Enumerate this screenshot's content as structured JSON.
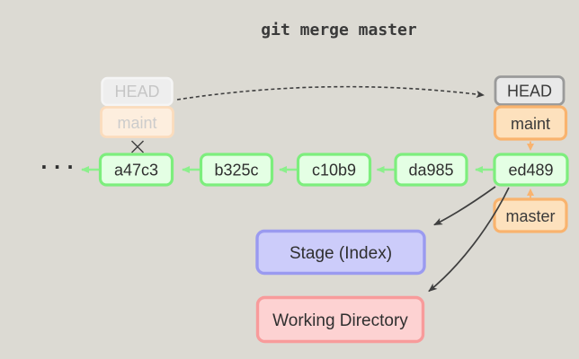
{
  "title": "git merge master",
  "ellipsis": "· · ·",
  "commits": [
    {
      "id": "a47c3"
    },
    {
      "id": "b325c"
    },
    {
      "id": "c10b9"
    },
    {
      "id": "da985"
    },
    {
      "id": "ed489"
    }
  ],
  "refs": {
    "head": "HEAD",
    "maint": "maint",
    "master": "master"
  },
  "faded_refs": {
    "head": "HEAD",
    "maint": "maint"
  },
  "areas": {
    "stage": "Stage (Index)",
    "working_directory": "Working Directory"
  },
  "colors": {
    "background": "#dcdad3",
    "title_text": "#3a3a3a",
    "commit_fill": "#e4ffe4",
    "commit_border": "#7dee7d",
    "commit_text": "#2f2f2f",
    "arrow_green": "#8cef8c",
    "branch_fill": "#fde1bd",
    "branch_border": "#f9b36e",
    "branch_text": "#3a3a3a",
    "head_fill": "#e9e9e9",
    "head_border": "#9a9a9a",
    "head_text": "#3a3a3a",
    "faded_head_fill": "#eeeeee",
    "faded_head_border": "#f5f5f5",
    "faded_head_text": "#c6c6c6",
    "faded_maint_fill": "#fdeede",
    "faded_maint_border": "#fbdcbd",
    "faded_maint_text": "#cccccc",
    "stage_fill": "#ccccfa",
    "stage_border": "#9a9af0",
    "stage_text": "#2f2f2f",
    "working_fill": "#fdd2d2",
    "working_border": "#f89b9b",
    "working_text": "#2f2f2f",
    "arrow_dark": "#3f3f3f",
    "cross_color": "#3f3f3f",
    "dots_color": "#2f2f2f"
  }
}
